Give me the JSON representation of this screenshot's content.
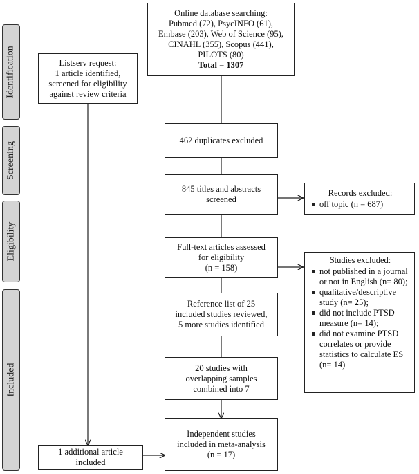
{
  "stages": [
    "Identification",
    "Screening",
    "Eligibility",
    "Included"
  ],
  "boxes": {
    "database_search": {
      "lines": [
        "Online database searching:",
        "Pubmed (72), PsycINFO (61),",
        "Embase (203), Web of Science (95),",
        "CINAHL (355), Scopus (441),",
        "PILOTS (80)"
      ],
      "total": "Total = 1307"
    },
    "listserv": {
      "lines": [
        "Listserv request:",
        "1 article identified,",
        "screened for eligibility",
        "against review criteria"
      ]
    },
    "duplicates": {
      "lines": [
        "462 duplicates excluded"
      ]
    },
    "titles_abstracts": {
      "lines": [
        "845 titles and abstracts",
        "screened"
      ]
    },
    "records_excluded": {
      "header": "Records excluded:",
      "items": [
        "off topic (n = 687)"
      ]
    },
    "full_text": {
      "lines": [
        "Full-text articles assessed",
        "for eligibility",
        "(n = 158)"
      ]
    },
    "studies_excluded": {
      "header": "Studies excluded:",
      "items": [
        "not published in a journal or not in English (n= 80);",
        "qualitative/descriptive study (n= 25);",
        "did not include PTSD measure (n= 14);",
        "did not examine PTSD correlates or provide statistics to calculate ES (n= 14)"
      ]
    },
    "reference_list": {
      "lines": [
        "Reference list of 25",
        "included studies reviewed,",
        "5 more studies identified"
      ]
    },
    "overlapping": {
      "lines": [
        "20 studies with",
        "overlapping samples",
        "combined into 7"
      ]
    },
    "additional": {
      "lines": [
        "1 additional article",
        "included"
      ]
    },
    "independent": {
      "lines": [
        "Independent studies",
        "included in meta-analysis",
        "(n = 17)"
      ]
    }
  }
}
